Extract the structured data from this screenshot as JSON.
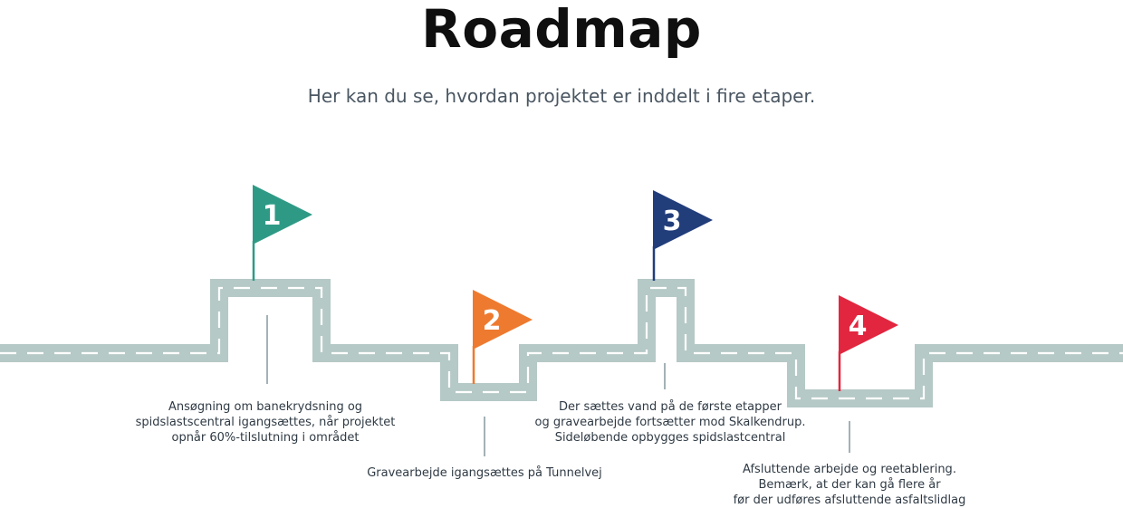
{
  "title": "Roadmap",
  "subtitle": "Her kan du se, hvordan projektet er inddelt i fire etaper.",
  "colors": {
    "road": "#b5c9c6",
    "lane": "#ffffff",
    "connector": "#a3b2b6"
  },
  "milestones": [
    {
      "number": "1",
      "color": "#2e9a86",
      "caption": [
        "Ansøgning om banekrydsning og",
        "spidslastscentral igangsættes, når projektet",
        "opnår 60%-tilslutning i området"
      ]
    },
    {
      "number": "2",
      "color": "#ee7a2f",
      "caption": [
        "Gravearbejde igangsættes på Tunnelvej"
      ]
    },
    {
      "number": "3",
      "color": "#213d7a",
      "caption": [
        "Der sættes vand på de første etapper",
        "og gravearbejde fortsætter mod Skalkendrup.",
        "Sideløbende opbygges spidslastcentral"
      ]
    },
    {
      "number": "4",
      "color": "#e2263f",
      "caption": [
        "Afsluttende arbejde og reetablering.",
        "Bemærk, at der kan gå flere år",
        "før der udføres afsluttende asfaltslidlag"
      ]
    }
  ]
}
